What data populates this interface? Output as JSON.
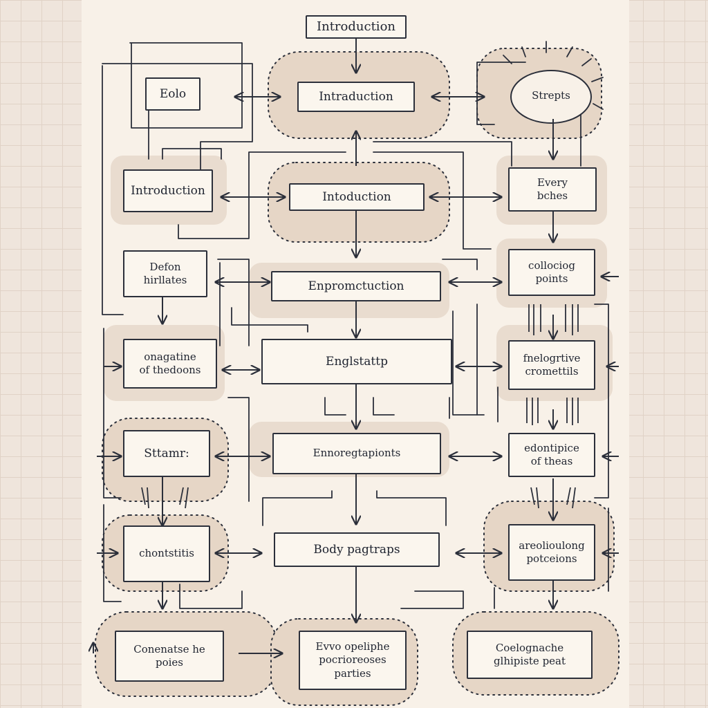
{
  "diagram": {
    "top_label": "Introduction",
    "nodes": {
      "eolo": "Eolo",
      "intro_main": "Intraduction",
      "strepts": "Strepts",
      "intro_left": "Introduction",
      "intro_center": "Intoduction",
      "every_bches": "Every\nbches",
      "defon": "Defon\nhirllates",
      "enpro": "Enpromctuction",
      "collocing": "collociog\npoints",
      "ongagatine": "onagatine\nof thedoons",
      "englstattp": "Englstattp",
      "fnelogrtive": "fnelogrtive\ncromettils",
      "sttamr": "Sttamr:",
      "ennoregtapionts": "Ennoregtapionts",
      "edontipice": "edontipice\nof theas",
      "chontstitis": "chontstitis",
      "body_pagtraps": "Body pagtraps",
      "areolioulong": "areolioulong\npotceions",
      "conenatse": "Conenatse he\npoies",
      "evvo": "Evvo opeliphe\npocrioreoses\nparties",
      "coelognache": "Coelognache\nglhipiste peat"
    }
  }
}
